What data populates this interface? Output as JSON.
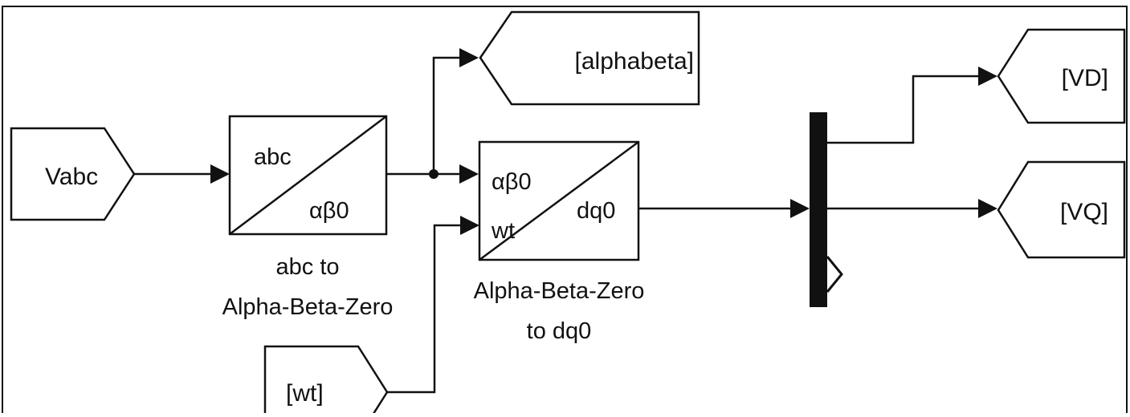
{
  "blocks": {
    "vabc": {
      "label": "Vabc"
    },
    "alphabeta_goto": {
      "label": "[alphabeta]"
    },
    "abc_to_alphabeta": {
      "in_port": "abc",
      "out_port": "αβ0",
      "caption_line1": "abc to",
      "caption_line2": "Alpha-Beta-Zero"
    },
    "alphabeta_to_dq0": {
      "in_port1": "αβ0",
      "in_port2": "wt",
      "out_port": "dq0",
      "caption_line1": "Alpha-Beta-Zero",
      "caption_line2": "to dq0"
    },
    "wt_from": {
      "label": "[wt]"
    },
    "vd_goto": {
      "label": "[VD]"
    },
    "vq_goto": {
      "label": "[VQ]"
    }
  }
}
